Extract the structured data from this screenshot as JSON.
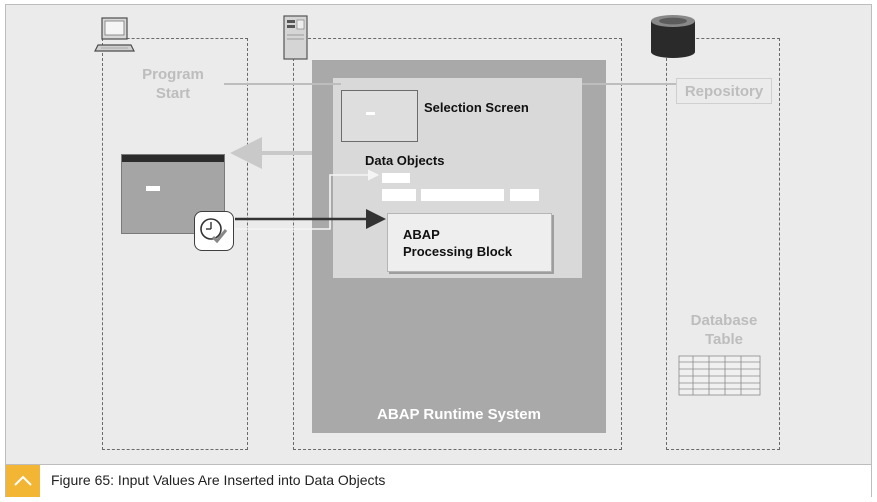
{
  "labels": {
    "program_start": [
      "Program",
      "Start"
    ],
    "selection_screen": "Selection Screen",
    "data_objects": "Data Objects",
    "processing_block": [
      "ABAP",
      "Processing Block"
    ],
    "runtime_system": "ABAP Runtime System",
    "repository": "Repository",
    "database_table": [
      "Database",
      "Table"
    ]
  },
  "caption": {
    "text": "Figure 65: Input Values Are Inserted into Data Objects"
  },
  "icons": {
    "presentation": "desktop-computer-icon",
    "application": "server-icon",
    "database": "database-cylinder-icon",
    "timer": "clock-check-icon",
    "caption": "chevron-up-icon"
  },
  "colors": {
    "caption_accent": "#f3b534",
    "runtime_box": "#a9a9a9",
    "panel_background": "#ebebeb"
  }
}
